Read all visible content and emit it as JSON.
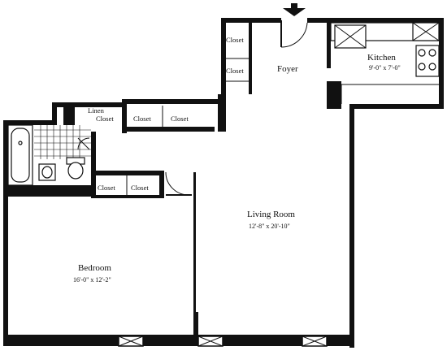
{
  "rooms": {
    "foyer": {
      "name": "Foyer"
    },
    "kitchen": {
      "name": "Kitchen",
      "dimensions": "9'-0\" x 7'-0\""
    },
    "living_room": {
      "name": "Living Room",
      "dimensions": "12'-8\" x 20'-10\""
    },
    "bedroom": {
      "name": "Bedroom",
      "dimensions": "16'-0\" x 12'-2\""
    }
  },
  "closets": {
    "foyer_top": "Closet",
    "foyer_bottom": "Closet",
    "linen_line1": "Linen",
    "linen_line2": "Closet",
    "hall_left": "Closet",
    "hall_right": "Closet",
    "bedroom_left": "Closet",
    "bedroom_right": "Closet"
  },
  "icons": {
    "entry": "entry-arrow-icon",
    "windows": "window-icon"
  }
}
